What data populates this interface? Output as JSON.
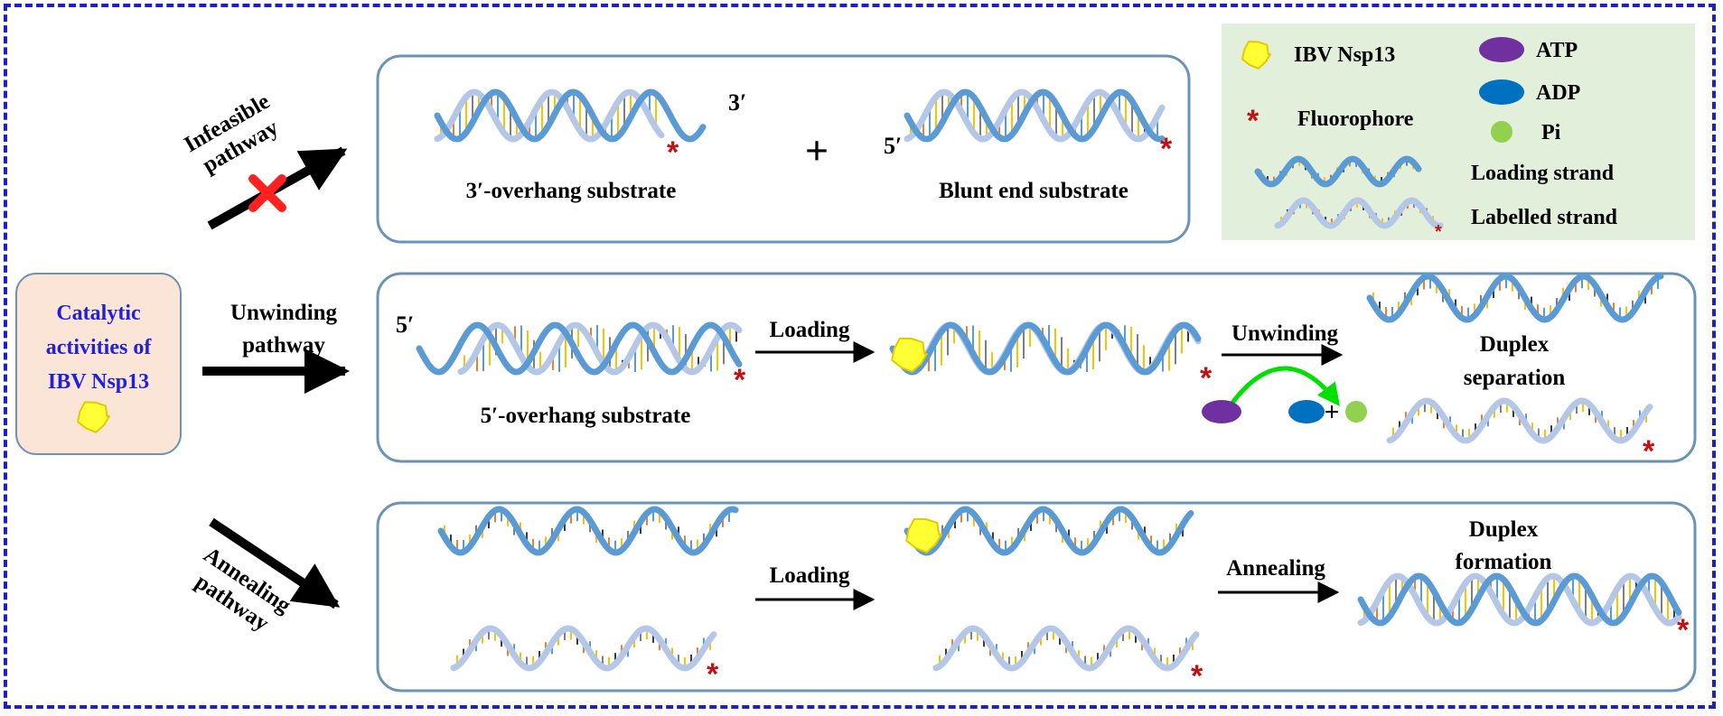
{
  "colors": {
    "frame_border": "#1f1fc8",
    "panel_border": "#6b93b8",
    "left_box_fill": "#fbe5d6",
    "legend_fill": "#e2efda",
    "loading_strand": "#5b9bd5",
    "labelled_strand": "#b4c7e7",
    "fluorophore": "#c00000",
    "protein": "#ffff33",
    "atp": "#7030a0",
    "adp": "#0070c0",
    "pi": "#92d050",
    "reaction_arrow": "#00e000",
    "cross": "#ff2020"
  },
  "left_box": {
    "line1": "Catalytic",
    "line2": "activities of",
    "line3": "IBV Nsp13",
    "icon": "nsp13-blob-icon"
  },
  "pathways": {
    "infeasible": {
      "line1": "Infeasible",
      "line2": "pathway"
    },
    "unwinding": {
      "line1": "Unwinding",
      "line2": "pathway"
    },
    "annealing": {
      "line1": "Annealing",
      "line2": "pathway"
    }
  },
  "panel_top": {
    "three_prime": "3′",
    "five_prime": "5′",
    "plus": "+",
    "overhang_label": "3′-overhang substrate",
    "blunt_label": "Blunt end substrate"
  },
  "panel_mid": {
    "five_prime": "5′",
    "substrate_label": "5′-overhang substrate",
    "loading": "Loading",
    "unwinding": "Unwinding",
    "plus": "+",
    "result_line1": "Duplex",
    "result_line2": "separation"
  },
  "panel_bottom": {
    "loading": "Loading",
    "annealing": "Annealing",
    "result_line1": "Duplex",
    "result_line2": "formation"
  },
  "legend": {
    "nsp13": "IBV Nsp13",
    "atp": "ATP",
    "fluorophore": "Fluorophore",
    "adp": "ADP",
    "pi": "Pi",
    "loading_strand": "Loading strand",
    "labelled_strand": "Labelled strand"
  },
  "star_glyph": "*"
}
